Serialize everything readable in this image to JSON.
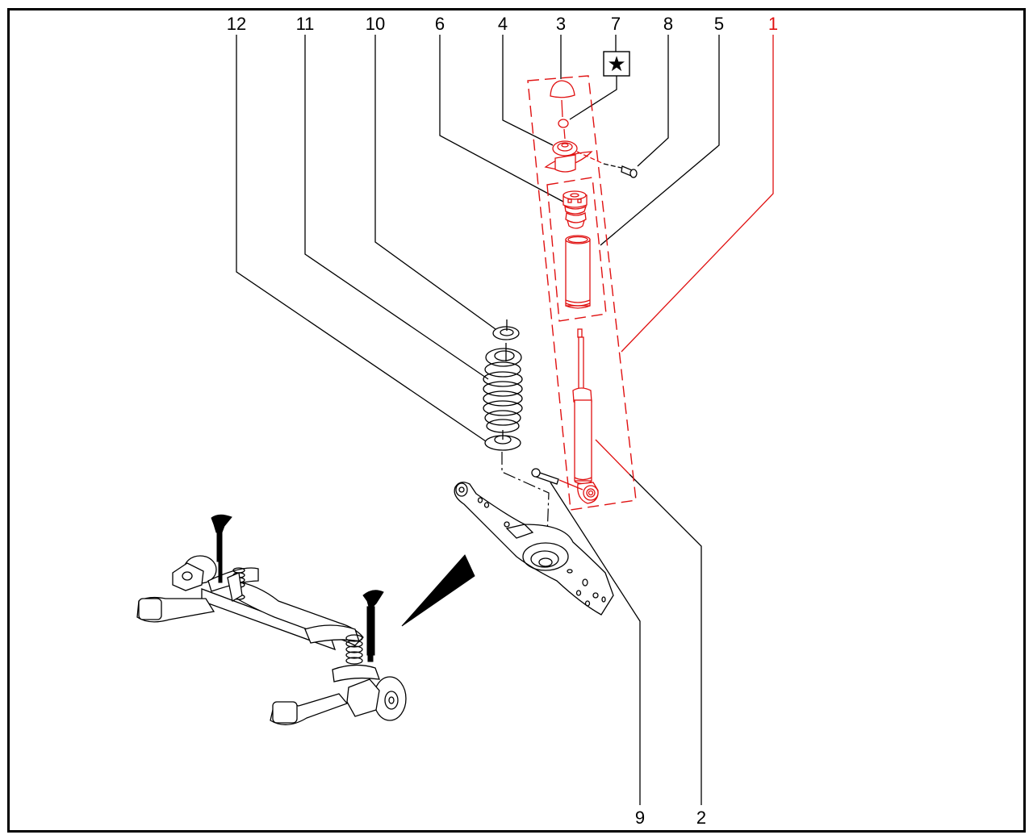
{
  "diagram": {
    "title": "Rear suspension exploded view",
    "colors": {
      "highlight": "#e01010",
      "line": "#000000",
      "background": "#ffffff"
    },
    "callouts_top": [
      {
        "id": "12",
        "label": "12",
        "part": "lower-spring-seat",
        "highlighted": false
      },
      {
        "id": "11",
        "label": "11",
        "part": "coil-spring",
        "highlighted": false
      },
      {
        "id": "10",
        "label": "10",
        "part": "upper-spring-seat",
        "highlighted": false
      },
      {
        "id": "6",
        "label": "6",
        "part": "bump-stop",
        "highlighted": false
      },
      {
        "id": "4",
        "label": "4",
        "part": "shock-top-mount",
        "highlighted": false
      },
      {
        "id": "3",
        "label": "3",
        "part": "dust-cap",
        "highlighted": false
      },
      {
        "id": "7",
        "label": "7",
        "part": "nut",
        "highlighted": false
      },
      {
        "id": "8",
        "label": "8",
        "part": "mount-bolt",
        "highlighted": false
      },
      {
        "id": "5",
        "label": "5",
        "part": "protective-boot-kit",
        "highlighted": false
      },
      {
        "id": "1",
        "label": "1",
        "part": "shock-absorber-assembly",
        "highlighted": true
      }
    ],
    "callouts_bottom": [
      {
        "id": "9",
        "label": "9",
        "part": "lower-shock-bolt",
        "highlighted": false
      },
      {
        "id": "2",
        "label": "2",
        "part": "shock-absorber",
        "highlighted": false
      }
    ],
    "star_symbol": "★",
    "star_note": "star-marker on item 7"
  }
}
